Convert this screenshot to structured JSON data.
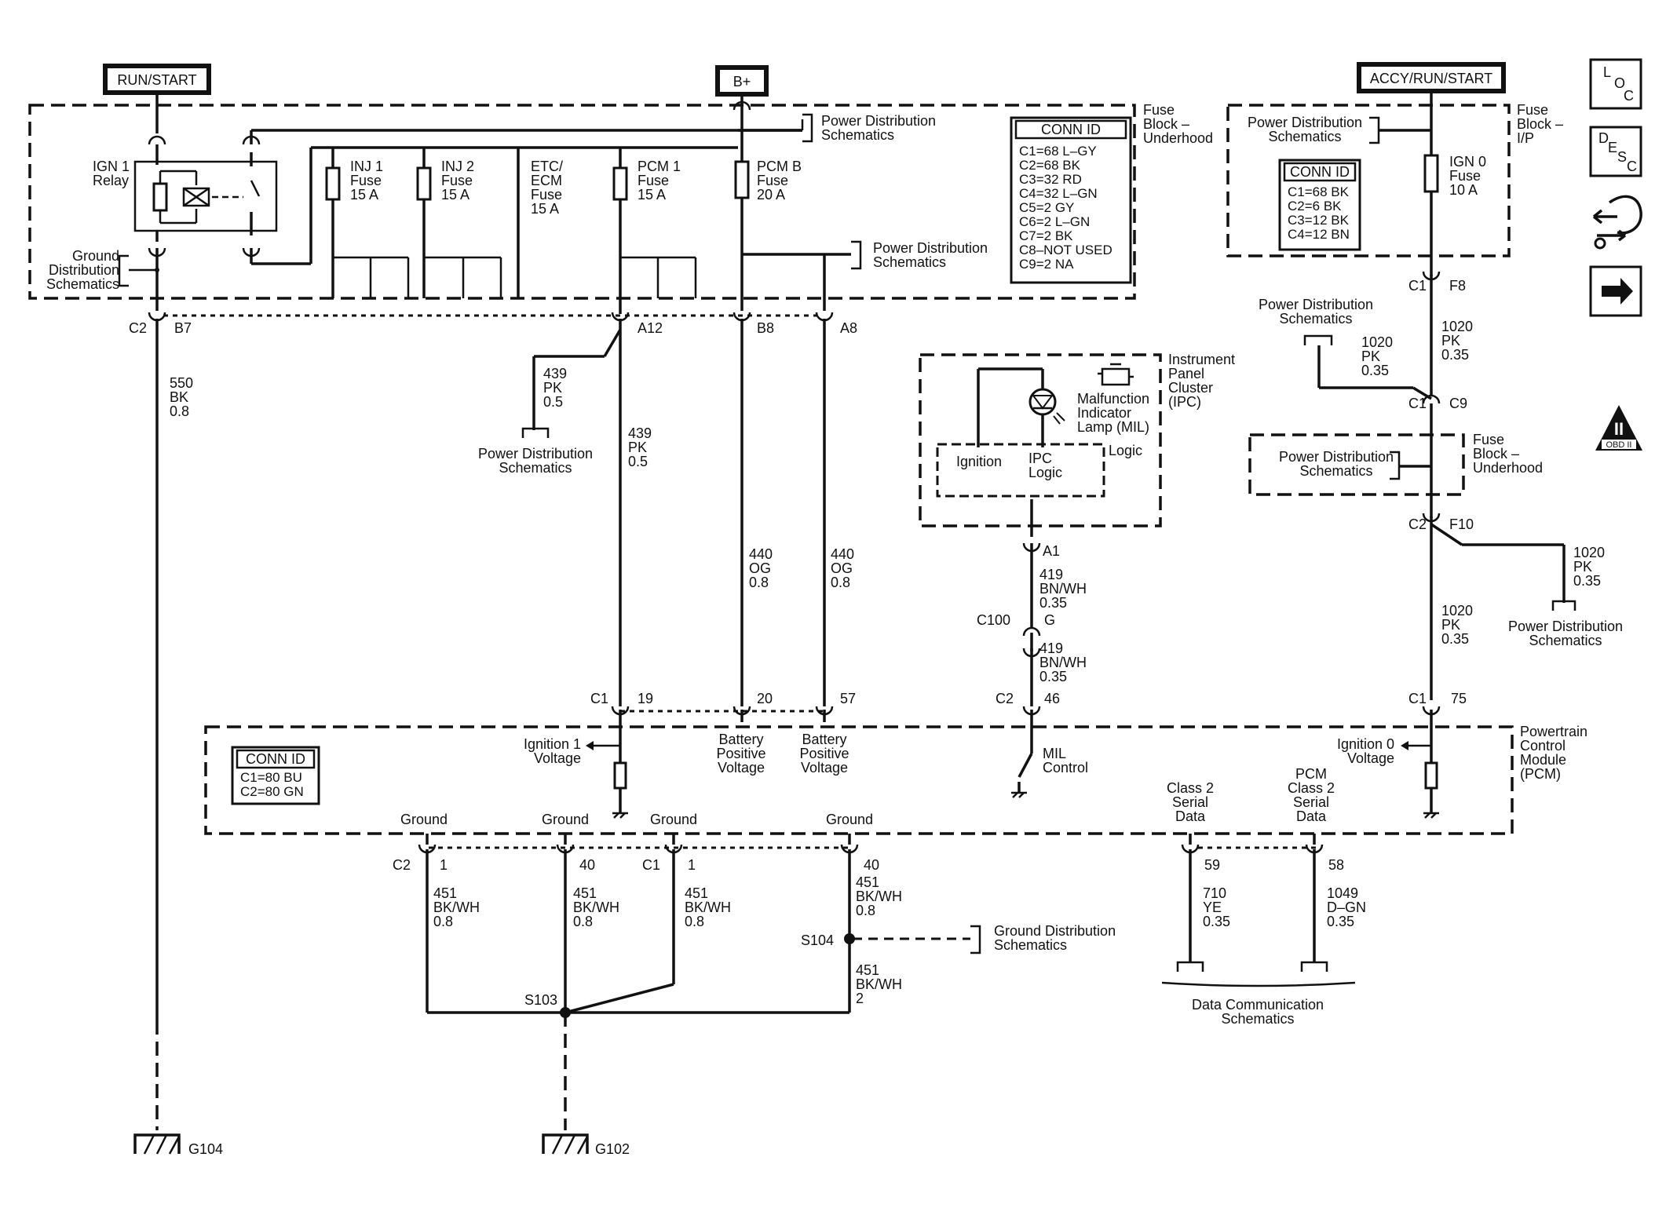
{
  "power": {
    "run_start": "RUN/START",
    "bplus": "B+",
    "accy": "ACCY/RUN/START"
  },
  "underhood": {
    "label": [
      "Fuse",
      "Block –",
      "Underhood"
    ],
    "pds1": [
      "Power Distribution",
      "Schematics"
    ],
    "pds2": [
      "Power Distribution",
      "Schematics"
    ],
    "relay": [
      "IGN 1",
      "Relay"
    ],
    "ground_dist": [
      "Ground",
      "Distribution",
      "Schematics"
    ],
    "fuses": [
      [
        "INJ 1",
        "Fuse",
        "15 A"
      ],
      [
        "INJ 2",
        "Fuse",
        "15 A"
      ],
      [
        "ETC/",
        "ECM",
        "Fuse",
        "15 A"
      ],
      [
        "PCM 1",
        "Fuse",
        "15 A"
      ],
      [
        "PCM B",
        "Fuse",
        "20 A"
      ]
    ],
    "conn_title": "CONN ID",
    "conn": [
      "C1=68 L–GY",
      "C2=68 BK",
      "C3=32 RD",
      "C4=32 L–GN",
      "C5=2 GY",
      "C6=2 L–GN",
      "C7=2 BK",
      "C8–NOT USED",
      "C9=2 NA"
    ]
  },
  "ip_block": {
    "label": [
      "Fuse",
      "Block –",
      "I/P"
    ],
    "pds": [
      "Power Distribution",
      "Schematics"
    ],
    "conn_title": "CONN ID",
    "conn": [
      "C1=68 BK",
      "C2=6 BK",
      "C3=12 BK",
      "C4=12 BN"
    ],
    "fuse": [
      "IGN 0",
      "Fuse",
      "10 A"
    ]
  },
  "ipc": {
    "label": [
      "Instrument",
      "Panel",
      "Cluster",
      "(IPC)"
    ],
    "mil": [
      "Malfunction",
      "Indicator",
      "Lamp (MIL)"
    ],
    "logic": "Logic",
    "ignition": "Ignition",
    "ipc_logic": [
      "IPC",
      "Logic"
    ]
  },
  "underhood2": {
    "label": [
      "Fuse",
      "Block –",
      "Underhood"
    ],
    "pds": [
      "Power Distribution",
      "Schematics"
    ]
  },
  "pcm": {
    "label": [
      "Powertrain",
      "Control",
      "Module",
      "(PCM)"
    ],
    "conn_title": "CONN ID",
    "conn": [
      "C1=80 BU",
      "C2=80 GN"
    ],
    "ign1": [
      "Ignition 1",
      "Voltage"
    ],
    "bpv1": [
      "Battery",
      "Positive",
      "Voltage"
    ],
    "bpv2": [
      "Battery",
      "Positive",
      "Voltage"
    ],
    "mil_ctrl": [
      "MIL",
      "Control"
    ],
    "class2": [
      "Class 2",
      "Serial",
      "Data"
    ],
    "pcm_class2": [
      "PCM",
      "Class 2",
      "Serial",
      "Data"
    ],
    "ign0": [
      "Ignition 0",
      "Voltage"
    ],
    "grounds": [
      "Ground",
      "Ground",
      "Ground",
      "Ground"
    ]
  },
  "connectors": {
    "c2": "C2",
    "b7": "B7",
    "a12": "A12",
    "b8": "B8",
    "a8": "A8",
    "c1_19": "C1",
    "p19": "19",
    "p20": "20",
    "p57": "57",
    "a1": "A1",
    "c100": "C100",
    "g": "G",
    "c2_46": "C2",
    "p46": "46",
    "c1_f8": "C1",
    "f8": "F8",
    "c1_c9": "C1",
    "c9": "C9",
    "c2_f10": "C2",
    "f10": "F10",
    "c1_75": "C1",
    "p75": "75",
    "g_c2": "C2",
    "g_1a": "1",
    "g_40a": "40",
    "g_c1": "C1",
    "g_1b": "1",
    "g_40b": "40",
    "p59": "59",
    "p58": "58"
  },
  "wires": {
    "w550": [
      "550",
      "BK",
      "0.8"
    ],
    "w439a": [
      "439",
      "PK",
      "0.5"
    ],
    "w439b": [
      "439",
      "PK",
      "0.5"
    ],
    "w440a": [
      "440",
      "OG",
      "0.8"
    ],
    "w440b": [
      "440",
      "OG",
      "0.8"
    ],
    "w419a": [
      "419",
      "BN/WH",
      "0.35"
    ],
    "w419b": [
      "419",
      "BN/WH",
      "0.35"
    ],
    "w1020a": [
      "1020",
      "PK",
      "0.35"
    ],
    "w1020b": [
      "1020",
      "PK",
      "0.35"
    ],
    "w1020c": [
      "1020",
      "PK",
      "0.35"
    ],
    "w1020d": [
      "1020",
      "PK",
      "0.35"
    ],
    "w451a": [
      "451",
      "BK/WH",
      "0.8"
    ],
    "w451b": [
      "451",
      "BK/WH",
      "0.8"
    ],
    "w451c": [
      "451",
      "BK/WH",
      "0.8"
    ],
    "w451d": [
      "451",
      "BK/WH",
      "0.8"
    ],
    "w451e": [
      "451",
      "BK/WH",
      "2"
    ],
    "w710": [
      "710",
      "YE",
      "0.35"
    ],
    "w1049": [
      "1049",
      "D–GN",
      "0.35"
    ]
  },
  "refs": {
    "pds_439": [
      "Power Distribution",
      "Schematics"
    ],
    "pds_1020": [
      "Power Distribution",
      "Schematics"
    ],
    "pds_right": [
      "Power Distribution",
      "Schematics"
    ],
    "ground_dist": [
      "Ground Distribution",
      "Schematics"
    ],
    "data_comm": [
      "Data Communication",
      "Schematics"
    ]
  },
  "splices": {
    "s103": "S103",
    "s104": "S104"
  },
  "grounds": {
    "g104": "G104",
    "g102": "G102"
  },
  "side": {
    "loc": [
      "L",
      "O",
      "C"
    ],
    "desc": [
      "D",
      "E",
      "S",
      "C"
    ],
    "obd": "OBD II",
    "obd_mark": "II"
  }
}
